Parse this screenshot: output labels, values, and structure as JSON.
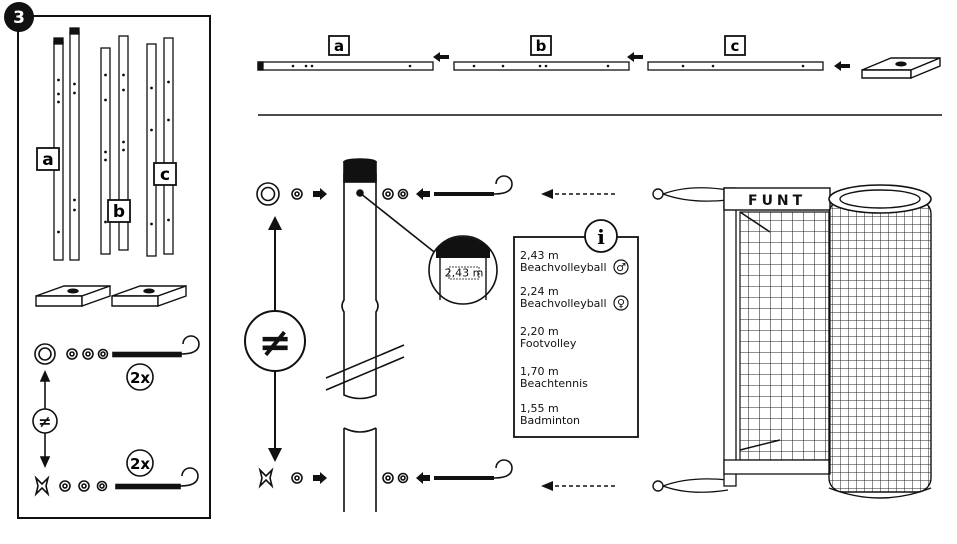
{
  "step": {
    "number": "3"
  },
  "parts": {
    "a": "a",
    "b": "b",
    "c": "c"
  },
  "quantity": {
    "upper": "2x",
    "lower": "2x"
  },
  "pole_zoom": {
    "marking": "2,43 m"
  },
  "info": {
    "icon": "i",
    "heights": [
      {
        "height": "2,43 m",
        "label": "Beachvolleyball",
        "symbol": "♂"
      },
      {
        "height": "2,24 m",
        "label": "Beachvolleyball",
        "symbol": "♀"
      },
      {
        "height": "2,20 m",
        "label": "Footvolley"
      },
      {
        "height": "1,70 m",
        "label": "Beachtennis"
      },
      {
        "height": "1,55 m",
        "label": "Badminton"
      }
    ]
  },
  "net": {
    "brand": "FUNT"
  }
}
